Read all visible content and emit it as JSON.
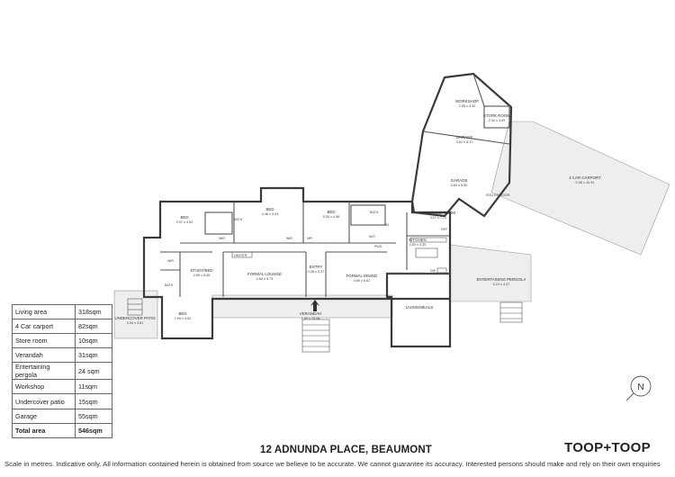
{
  "rooms": {
    "workshop": {
      "name": "WORKSHOP",
      "dims": "2.95 x 4.32"
    },
    "store_room": {
      "name": "STORE ROOM",
      "dims": "2.34 x 3.99"
    },
    "garage_upper": {
      "name": "GARAGE",
      "dims": "3.62 x 8.17"
    },
    "garage_lower": {
      "name": "GARAGE",
      "dims": "3.83 x 5.50"
    },
    "carport": {
      "name": "4 CAR CARPORT",
      "dims": "5.38 x 10.91"
    },
    "bed1": {
      "name": "BED",
      "dims": "3.97 x 4.52"
    },
    "bed2": {
      "name": "BED",
      "dims": "4.48 x 3.93"
    },
    "bed3": {
      "name": "BED",
      "dims": "5.30 x 4.56"
    },
    "bed4": {
      "name": "BED",
      "dims": "2.99 x 4.52"
    },
    "laundry": {
      "name": "LDRY/MUD ROOM",
      "dims": "3.07 x 7.21"
    },
    "kitchen": {
      "name": "KITCHEN",
      "dims": "4.50 x 3.35"
    },
    "study": {
      "name": "STUDY/BED",
      "dims": "4.89 x 6.35"
    },
    "formal_lounge": {
      "name": "FORMAL LOUNGE",
      "dims": "4.84 x 5.73"
    },
    "entry": {
      "name": "ENTRY",
      "dims": "2.08 x 2.27"
    },
    "formal_dining": {
      "name": "FORMAL DINING",
      "dims": "4.89 x 5.62"
    },
    "living_meals": {
      "name": "LIVING/MEALS",
      "dims": ""
    },
    "entertaining": {
      "name": "ENTERTAINING PERGOLA",
      "dims": "6.24 x 4.47"
    },
    "undercover_patio": {
      "name": "UNDERCOVER PATIO",
      "dims": "3.94 x 3.81"
    },
    "verandah": {
      "name": "VERANDAH",
      "dims": "1.80 x 15.94"
    }
  },
  "small_labels": {
    "bath": "BATH",
    "wc": "W/C",
    "wir": "WIR",
    "heater": "HEATER",
    "wr": "WR",
    "pwd": "PWD",
    "ref": "REF",
    "dw": "DW",
    "bi": "B/I",
    "roller_door": "ROLLER DOOR"
  },
  "area_table": {
    "rows": [
      {
        "label": "Living area",
        "value": "318sqm"
      },
      {
        "label": "4 Car carport",
        "value": "82sqm"
      },
      {
        "label": "Store room",
        "value": "10sqm"
      },
      {
        "label": "Verandah",
        "value": "31sqm"
      },
      {
        "label": "Entertaining pergola",
        "value": "24 sqm"
      },
      {
        "label": "Workshop",
        "value": "11sqm"
      },
      {
        "label": "Undercover patio",
        "value": "15sqm"
      },
      {
        "label": "Garage",
        "value": "55sqm"
      }
    ],
    "total": {
      "label": "Total area",
      "value": "546sqm"
    }
  },
  "address": "12 ADNUNDA PLACE, BEAUMONT",
  "brand": "TOOP+TOOP",
  "compass_letter": "N",
  "disclaimer": "Scale in metres. Indicative only. All information contained herein is obtained from source we believe to be accurate. We cannot guarantee its accuracy. Interested persons should make and rely on their own enquiries"
}
